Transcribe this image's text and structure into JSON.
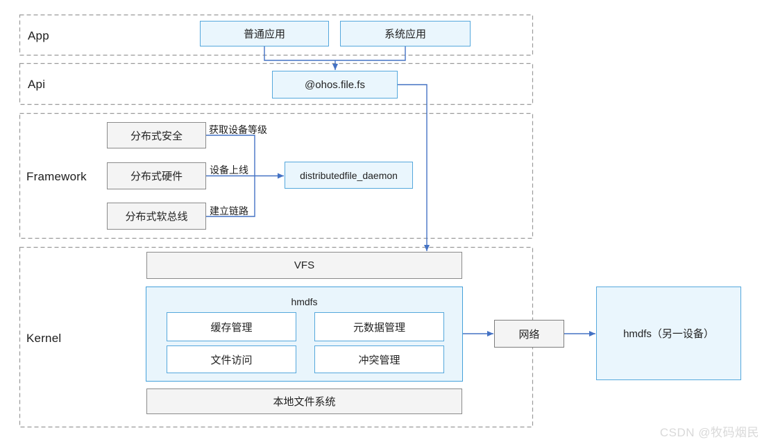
{
  "diagram": {
    "layers": [
      {
        "id": "app",
        "label": "App"
      },
      {
        "id": "api",
        "label": "Api"
      },
      {
        "id": "framework",
        "label": "Framework"
      },
      {
        "id": "kernel",
        "label": "Kernel"
      }
    ],
    "app": {
      "normal_app": "普通应用",
      "system_app": "系统应用"
    },
    "api": {
      "ohos_file_fs": "@ohos.file.fs"
    },
    "framework": {
      "dist_security": "分布式安全",
      "dist_hardware": "分布式硬件",
      "dist_softbus": "分布式软总线",
      "daemon": "distributedfile_daemon",
      "edge_labels": {
        "get_device_level": "获取设备等级",
        "device_online": "设备上线",
        "establish_link": "建立链路"
      }
    },
    "kernel": {
      "vfs": "VFS",
      "hmdfs": "hmdfs",
      "cache_mgmt": "缓存管理",
      "meta_mgmt": "元数据管理",
      "file_access": "文件访问",
      "conflict_mgmt": "冲突管理",
      "local_fs": "本地文件系统"
    },
    "external": {
      "network": "网络",
      "remote_hmdfs": "hmdfs（另一设备）"
    },
    "colors": {
      "node_blue_fill": "#eaf6fd",
      "node_blue_border": "#54a7dc",
      "node_gray_fill": "#f4f4f4",
      "node_gray_border": "#8a8a8a",
      "connector_blue": "#4472c4",
      "dashed_border_gray": "#999999"
    }
  },
  "watermark": "CSDN @牧码烟民"
}
